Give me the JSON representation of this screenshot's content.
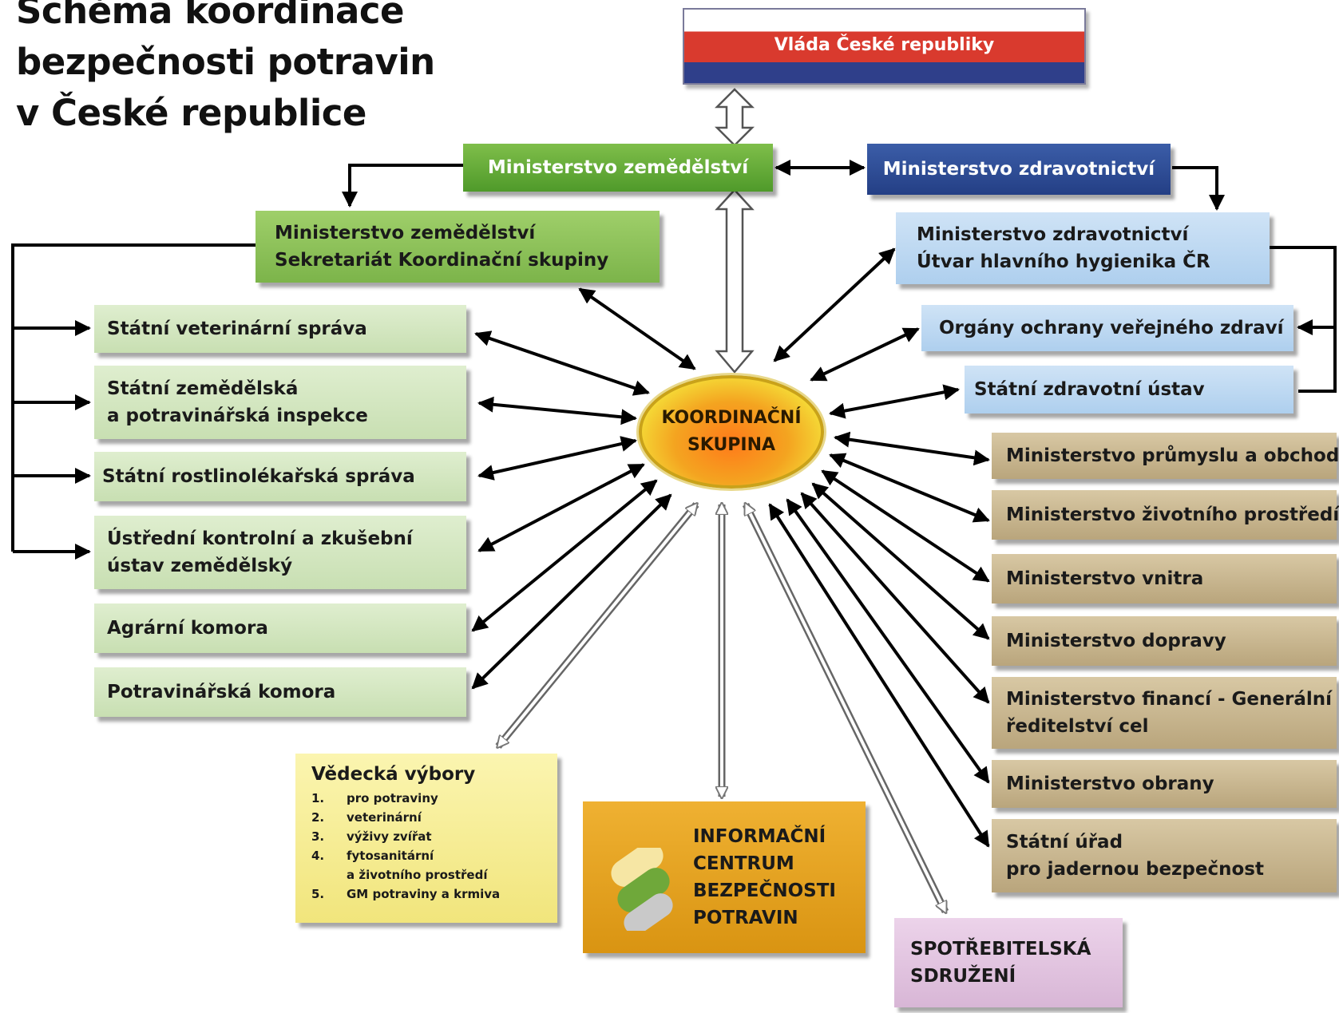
{
  "title": {
    "line1": "Schéma koordinace",
    "line2": "bezpečnosti potravin",
    "line3": "v České republice"
  },
  "government": "Vláda České republiky",
  "center": {
    "line1": "KOORDINAČNÍ",
    "line2": "SKUPINA"
  },
  "ministry_agriculture": "Ministerstvo zemědělství",
  "ministry_health": "Ministerstvo zdravotnictví",
  "agri_secretariat": {
    "line1": "Ministerstvo zemědělství",
    "line2": "Sekretariát Koordinační skupiny"
  },
  "health_hygienist": {
    "line1": "Ministerstvo zdravotnictví",
    "line2": "Útvar hlavního hygienika ČR"
  },
  "left_boxes": [
    {
      "line1": "Státní veterinární správa",
      "line2": ""
    },
    {
      "line1": "Státní zemědělská",
      "line2": "a potravinářská inspekce"
    },
    {
      "line1": "Státní rostlinolékařská správa",
      "line2": ""
    },
    {
      "line1": "Ústřední kontrolní a zkušební",
      "line2": "ústav zemědělský"
    },
    {
      "line1": "Agrární komora",
      "line2": ""
    },
    {
      "line1": "Potravinářská komora",
      "line2": ""
    }
  ],
  "health_boxes": [
    "Orgány ochrany veřejného zdraví",
    "Státní zdravotní ústav"
  ],
  "right_boxes": [
    {
      "line1": "Ministerstvo průmyslu a obchodu",
      "line2": ""
    },
    {
      "line1": "Ministerstvo životního prostředí",
      "line2": ""
    },
    {
      "line1": "Ministerstvo vnitra",
      "line2": ""
    },
    {
      "line1": "Ministerstvo dopravy",
      "line2": ""
    },
    {
      "line1": "Ministerstvo financí - Generální",
      "line2": "ředitelství cel"
    },
    {
      "line1": "Ministerstvo obrany",
      "line2": ""
    },
    {
      "line1": "Státní úřad",
      "line2": "pro jadernou bezpečnost"
    }
  ],
  "scientific": {
    "title": "Vědecká výbory",
    "items": [
      {
        "num": "1.",
        "text": "pro potraviny"
      },
      {
        "num": "2.",
        "text": "veterinární"
      },
      {
        "num": "3.",
        "text": "výživy zvířat"
      },
      {
        "num": "4.",
        "text": "fytosanitární"
      },
      {
        "num": "",
        "text": "a životního prostředí"
      },
      {
        "num": "5.",
        "text": "GM potraviny a krmiva"
      }
    ]
  },
  "info_center": {
    "line1": "INFORMAČNÍ",
    "line2": "CENTRUM",
    "line3": "BEZPEČNOSTI",
    "line4": "POTRAVIN"
  },
  "consumers": {
    "line1": "SPOTŘEBITELSKÁ",
    "line2": "SDRUŽENÍ"
  },
  "colors": {
    "green_dark": "#5fa836",
    "green_light": "#d4e7c0",
    "blue_dark": "#2e4a94",
    "blue_light": "#bcd8f2",
    "brown": "#c8b68e",
    "yellow": "#f6ec96",
    "gold": "#e2a01e",
    "purple": "#e0c4de"
  }
}
